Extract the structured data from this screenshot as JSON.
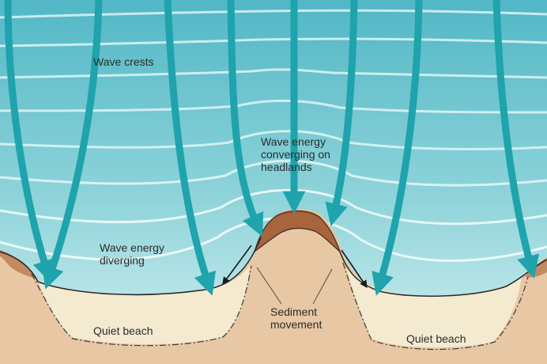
{
  "labels": {
    "wave_crests": "Wave crests",
    "converging": [
      "Wave energy",
      "converging on",
      "headlands"
    ],
    "diverging": [
      "Wave energy",
      "diverging"
    ],
    "sediment": [
      "Sediment",
      "movement"
    ],
    "quiet_beach_left": "Quiet beach",
    "quiet_beach_right": "Quiet beach"
  },
  "colors": {
    "water_light": "#cfeef0",
    "water_mid": "#6cc5cf",
    "water_deep": "#3aa3b6",
    "land": "#e7c7a4",
    "beach": "#f4ead0",
    "headland_top": "#a8643d",
    "arrow": "#1fa3ad",
    "sediment_arrow": "#1a1a1a"
  },
  "icons": {
    "wave_ray": "arrow-down-icon",
    "sediment": "arrow-diagonal-icon"
  }
}
